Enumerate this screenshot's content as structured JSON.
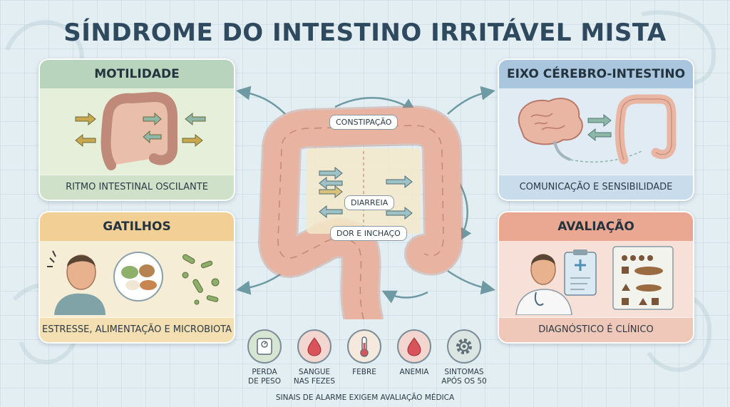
{
  "title": "SÍNDROME DO INTESTINO IRRITÁVEL MISTA",
  "panels": {
    "motilidade": {
      "heading": "MOTILIDADE",
      "caption": "RITMO INTESTINAL OSCILANTE"
    },
    "eixo": {
      "heading": "EIXO CÉREBRO-INTESTINO",
      "caption": "COMUNICAÇÃO E SENSIBILIDADE"
    },
    "gatilhos": {
      "heading": "GATILHOS",
      "caption": "ESTRESSE, ALIMENTAÇÃO E MICROBIOTA"
    },
    "avaliacao": {
      "heading": "AVALIAÇÃO",
      "caption": "DIAGNÓSTICO É CLÍNICO"
    }
  },
  "center": {
    "labels": [
      "CONSTIPAÇÃO",
      "DIARREIA",
      "DOR E INCHAÇO"
    ]
  },
  "alarm_signs": [
    {
      "label_lines": [
        "PERDA",
        "DE PESO"
      ],
      "icon": "scale-icon"
    },
    {
      "label_lines": [
        "SANGUE",
        "NAS FEZES"
      ],
      "icon": "blood-drop-icon"
    },
    {
      "label_lines": [
        "FEBRE"
      ],
      "icon": "thermometer-icon"
    },
    {
      "label_lines": [
        "ANEMIA"
      ],
      "icon": "blood-drop-icon"
    },
    {
      "label_lines": [
        "SINTOMAS",
        "APÓS OS 50"
      ],
      "icon": "gear-icon"
    }
  ],
  "alarm_note": "SINAIS DE ALARME EXIGEM AVALIAÇÃO MÉDICA",
  "colors": {
    "title": "#2f4a5e",
    "colon": "#e8b3a0",
    "colon_outline": "#b9796a",
    "arrow": "#6d9aa3",
    "alarm_red": "#d9535b"
  }
}
